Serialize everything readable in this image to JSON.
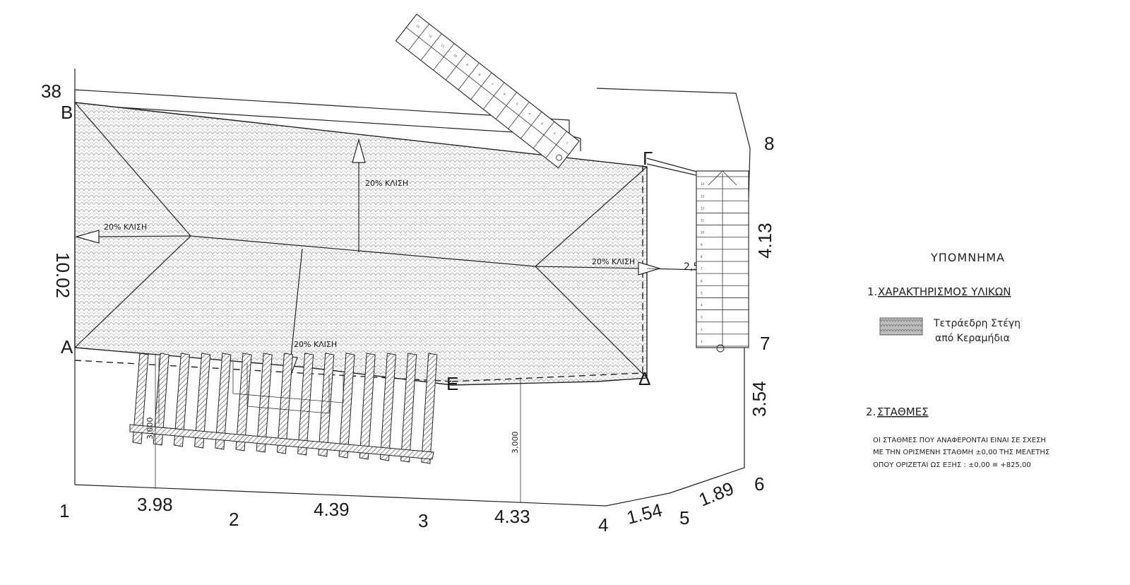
{
  "plot_points": {
    "p38": "38",
    "p1": "1",
    "p2": "2",
    "p3": "3",
    "p4": "4",
    "p5": "5",
    "p6": "6",
    "p7": "7",
    "p8": "8"
  },
  "roof_corners": {
    "A": "A",
    "B": "B",
    "G": "Γ",
    "D": "Δ",
    "E": "E"
  },
  "dimensions": {
    "d1_2": "3.98",
    "d2_3": "4.39",
    "d3_4": "4.33",
    "d4_5": "1.54",
    "d5_6": "1.89",
    "d6_7": "3.54",
    "d7_8": "4.13",
    "d38_1": "10.02",
    "h_left": "3,000",
    "h_mid": "3,000",
    "step": "2,5"
  },
  "slope_label": "20% ΚΛΙΣΗ",
  "stair_top_numbers": [
    "1",
    "2",
    "3",
    "4",
    "5",
    "6",
    "7",
    "8",
    "9",
    "10",
    "11",
    "12",
    "13"
  ],
  "stair_right_numbers": [
    "1",
    "2",
    "3",
    "4",
    "5",
    "6",
    "7",
    "8",
    "9",
    "10",
    "11",
    "12",
    "13",
    "14"
  ],
  "legend": {
    "title": "ΥΠΟΜΝΗΜΑ",
    "section1_num": "1.",
    "section1_title": "ΧΑΡΑΚΤΗΡΙΣΜΟΣ ΥΛΙΚΩΝ",
    "roof_line1": "Τετράεδρη Στέγη",
    "roof_line2": "από Κεραμήδια",
    "section2_num": "2.",
    "section2_title": "ΣΤΑΘΜΕΣ",
    "note_line1": "ΟΙ ΣΤΑΘΜΕΣ ΠΟΥ ΑΝΑΦΕΡΟΝΤΑΙ ΕΙΝΑΙ ΣΕ ΣΧΕΣΗ",
    "note_line2": "ΜΕ ΤΗΝ ΟΡΙΣΜΕΝΗ ΣΤΑΘΜΗ ±0,00 ΤΗΣ ΜΕΛΕΤΗΣ",
    "note_line3": "ΟΠΟΥ ΟΡΙΖΕΤΑΙ ΩΣ ΕΞΗΣ :  ±0,00 ≡ +825,00"
  }
}
